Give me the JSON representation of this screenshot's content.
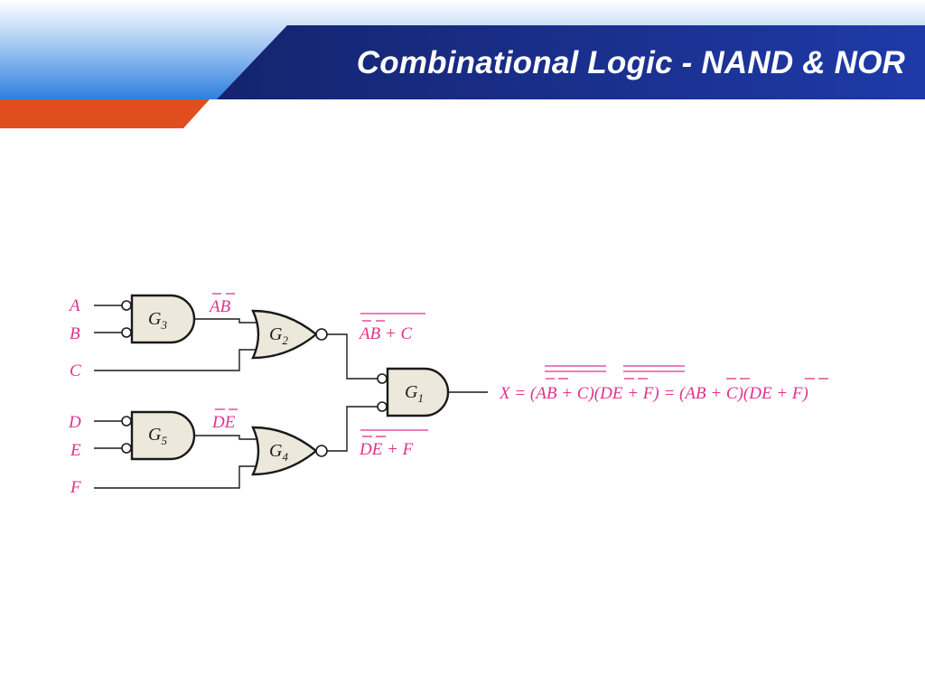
{
  "slide": {
    "title": "Combinational Logic - NAND & NOR"
  },
  "theme": {
    "header_dark": "#1a2d8c",
    "header_light": "#2f7fe0",
    "accent_orange": "#e04e20",
    "logic_label_color": "#e0328c",
    "gate_fill": "#ece8dc"
  },
  "circuit": {
    "inputs": [
      "A",
      "B",
      "C",
      "D",
      "E",
      "F"
    ],
    "gates": [
      {
        "name": "G",
        "sub": "3",
        "type": "NAND (negative-OR drawn as AND with inverted inputs)"
      },
      {
        "name": "G",
        "sub": "2",
        "type": "NOR"
      },
      {
        "name": "G",
        "sub": "5",
        "type": "NAND (negative-OR drawn as AND with inverted inputs)"
      },
      {
        "name": "G",
        "sub": "4",
        "type": "NOR"
      },
      {
        "name": "G",
        "sub": "1",
        "type": "NOR (negative-AND drawn as AND with inverted inputs)"
      }
    ],
    "labels": {
      "g3_out": {
        "t1": "A",
        "t2": "B"
      },
      "g2_out": {
        "t1": "A",
        "t2": "B",
        "t3": " + C"
      },
      "g5_out": {
        "t1": "D",
        "t2": "E"
      },
      "g4_out": {
        "t1": "D",
        "t2": "E",
        "t3": " + F"
      }
    },
    "output_equation": {
      "lhs": "X = (",
      "p1_a": "A",
      "p1_b": "B",
      "p1_c": " + C)(",
      "p1_d": "D",
      "p1_e": "E",
      "p1_f": " + F) = (",
      "p2_a": "A",
      "p2_b": "B",
      "p2_c": " + C)(",
      "p2_d": "D",
      "p2_e": "E",
      "p2_f": " + F)"
    }
  }
}
